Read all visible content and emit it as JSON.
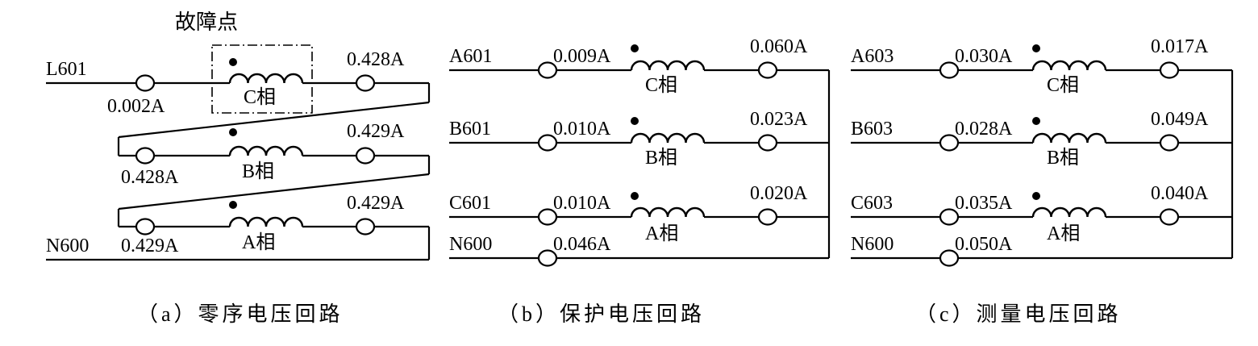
{
  "fault_label": "故障点",
  "panels": [
    {
      "caption": "（a）零序电压回路",
      "line_labels": {
        "top": "L601",
        "bottom": "N600"
      },
      "phases": [
        {
          "name": "C相",
          "in_current": "0.002A",
          "out_current": "0.428A"
        },
        {
          "name": "B相",
          "in_current": "0.428A",
          "out_current": "0.429A"
        },
        {
          "name": "A相",
          "in_current": "0.429A",
          "out_current": "0.429A"
        }
      ]
    },
    {
      "caption": "（b）保护电压回路",
      "phases": [
        {
          "terminal": "A601",
          "name": "C相",
          "in_current": "0.009A",
          "out_current": "0.060A"
        },
        {
          "terminal": "B601",
          "name": "B相",
          "in_current": "0.010A",
          "out_current": "0.023A"
        },
        {
          "terminal": "C601",
          "name": "A相",
          "in_current": "0.010A",
          "out_current": "0.020A"
        }
      ],
      "neutral": {
        "terminal": "N600",
        "current": "0.046A"
      }
    },
    {
      "caption": "（c）测量电压回路",
      "phases": [
        {
          "terminal": "A603",
          "name": "C相",
          "in_current": "0.030A",
          "out_current": "0.017A"
        },
        {
          "terminal": "B603",
          "name": "B相",
          "in_current": "0.028A",
          "out_current": "0.049A"
        },
        {
          "terminal": "C603",
          "name": "A相",
          "in_current": "0.035A",
          "out_current": "0.040A"
        }
      ],
      "neutral": {
        "terminal": "N600",
        "current": "0.050A"
      }
    }
  ]
}
